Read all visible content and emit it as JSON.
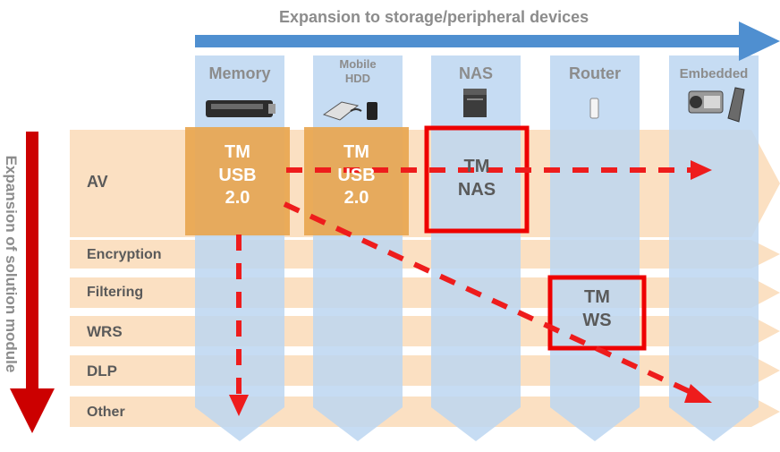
{
  "diagram": {
    "top_axis_label": "Expansion to storage/peripheral devices",
    "side_axis_label": "Expansion of solution module",
    "columns": [
      {
        "label": "Memory",
        "icon": "usb-memory-stick-icon"
      },
      {
        "label_line1": "Mobile",
        "label_line2": "HDD",
        "icon": "mobile-hdd-icon"
      },
      {
        "label": "NAS",
        "icon": "nas-server-icon"
      },
      {
        "label": "Router",
        "icon": "router-icon"
      },
      {
        "label": "Embedded",
        "icon": "camcorder-and-phone-icon"
      }
    ],
    "rows": [
      "AV",
      "Encryption",
      "Filtering",
      "WRS",
      "DLP",
      "Other"
    ],
    "products": {
      "tm_usb_memory": {
        "line1": "TM",
        "line2": "USB",
        "line3": "2.0"
      },
      "tm_usb_hdd": {
        "line1": "TM",
        "line2": "USB",
        "line3": "2.0"
      },
      "tm_nas": {
        "line1": "TM",
        "line2": "NAS"
      },
      "tm_ws": {
        "line1": "TM",
        "line2": "WS"
      }
    },
    "colors": {
      "column_fill": "#bcd6f1",
      "row_fill": "#fbe0c2",
      "product_fill": "#e8a650",
      "highlight_border": "#ee0000",
      "top_arrow": "#4f8fd0",
      "side_arrow": "#cc0000",
      "dashed_arrow": "#ee1c1c"
    }
  }
}
